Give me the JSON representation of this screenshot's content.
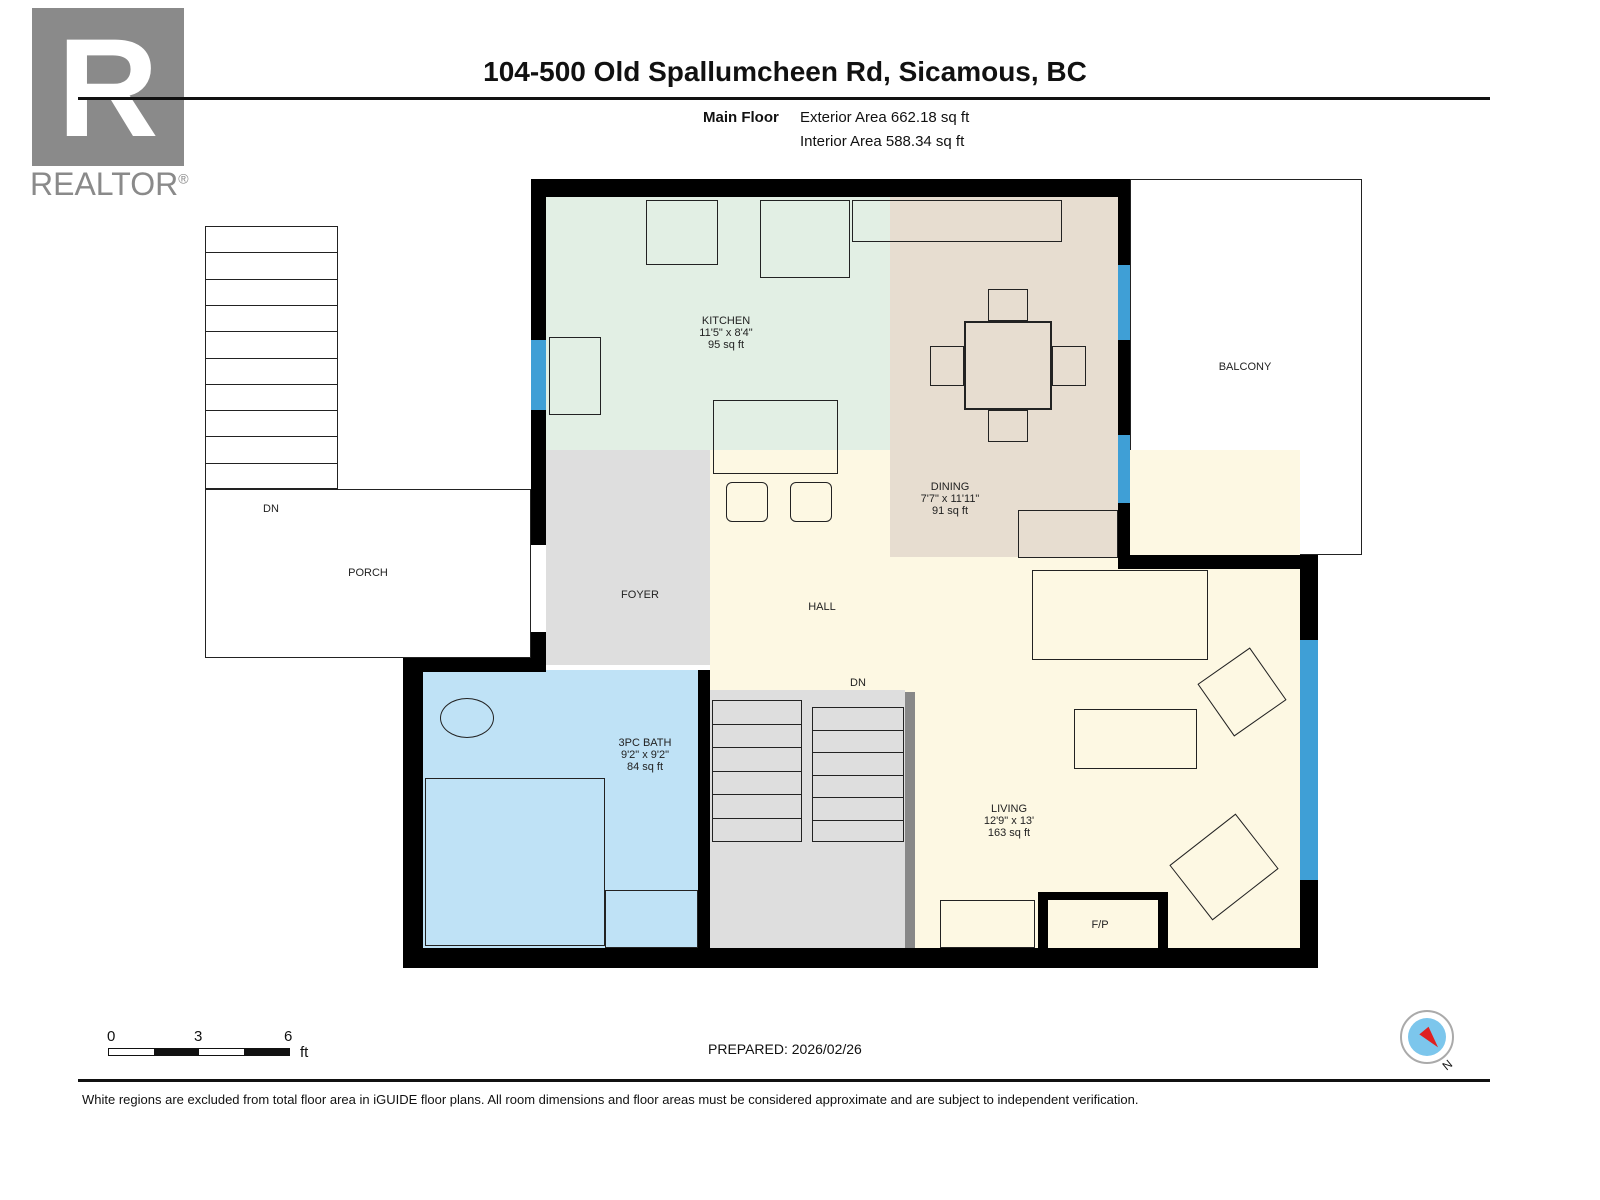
{
  "logo": {
    "text": "REALTOR",
    "mark": "®"
  },
  "header": {
    "title": "104-500 Old Spallumcheen Rd, Sicamous, BC",
    "floor": "Main Floor",
    "exterior_area": "Exterior Area 662.18 sq ft",
    "interior_area": "Interior Area 588.34 sq ft"
  },
  "rooms": {
    "kitchen": {
      "name": "KITCHEN",
      "dims": "11'5\" x 8'4\"",
      "area": "95 sq ft"
    },
    "dining": {
      "name": "DINING",
      "dims": "7'7\" x 11'11\"",
      "area": "91 sq ft"
    },
    "bath": {
      "name": "3PC BATH",
      "dims": "9'2\" x 9'2\"",
      "area": "84 sq ft"
    },
    "living": {
      "name": "LIVING",
      "dims": "12'9\" x 13'",
      "area": "163 sq ft"
    },
    "balcony": "BALCONY",
    "porch": "PORCH",
    "foyer": "FOYER",
    "hall": "HALL",
    "dn1": "DN",
    "dn2": "DN",
    "fp": "F/P"
  },
  "colors": {
    "kitchen": "#e2efe4",
    "dining": "#e7ddd0",
    "hall": "#fdf8e3",
    "foyer": "#dedede",
    "bath": "#bfe2f6",
    "window": "#3f9fd6"
  },
  "scale": {
    "t0": "0",
    "t3": "3",
    "t6": "6",
    "unit": "ft"
  },
  "prepared": "PREPARED: 2026/02/26",
  "compass": {
    "label": "N"
  },
  "footer": "White regions are excluded from total floor area in iGUIDE floor plans. All room dimensions and floor areas must be considered approximate and are subject to independent verification."
}
